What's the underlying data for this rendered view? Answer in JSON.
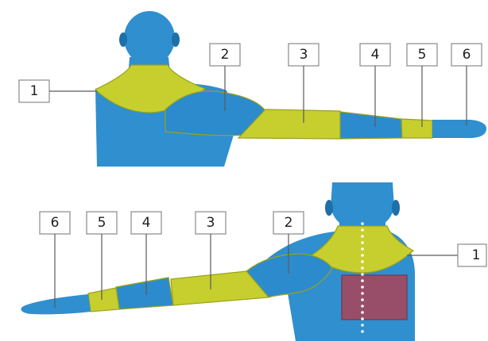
{
  "figure": {
    "colors": {
      "skin": "#2f8fcf",
      "yellow_segment": "#c6cf2e",
      "blue_segment": "#2c8bcc",
      "red_segment": "#a4485d"
    },
    "top_view": {
      "labels": [
        "1",
        "2",
        "3",
        "4",
        "5",
        "6"
      ]
    },
    "bottom_view": {
      "labels": [
        "6",
        "5",
        "4",
        "3",
        "2",
        "1"
      ]
    }
  }
}
